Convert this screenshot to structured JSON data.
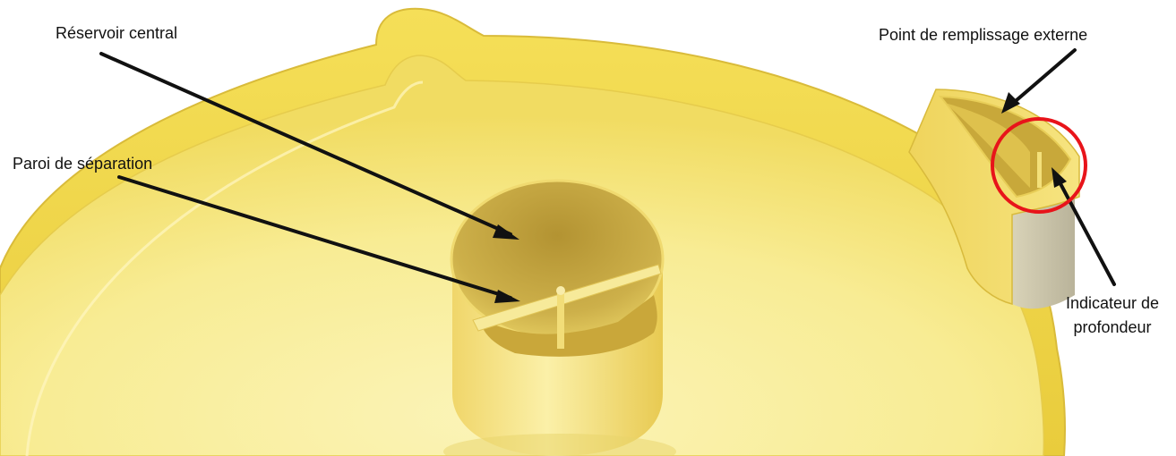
{
  "labels": {
    "central_reservoir": "Réservoir central",
    "separation_wall": "Paroi de séparation",
    "external_fill_point": "Point de remplissage externe",
    "depth_indicator_line1": "Indicateur de",
    "depth_indicator_line2": "profondeur"
  },
  "colors": {
    "tray_yellow": "#f7ea8a",
    "rim_yellow": "#f2d94e",
    "shadow_yellow": "#b89a2a",
    "arrow": "#111111",
    "highlight_circle": "#e8141a"
  }
}
